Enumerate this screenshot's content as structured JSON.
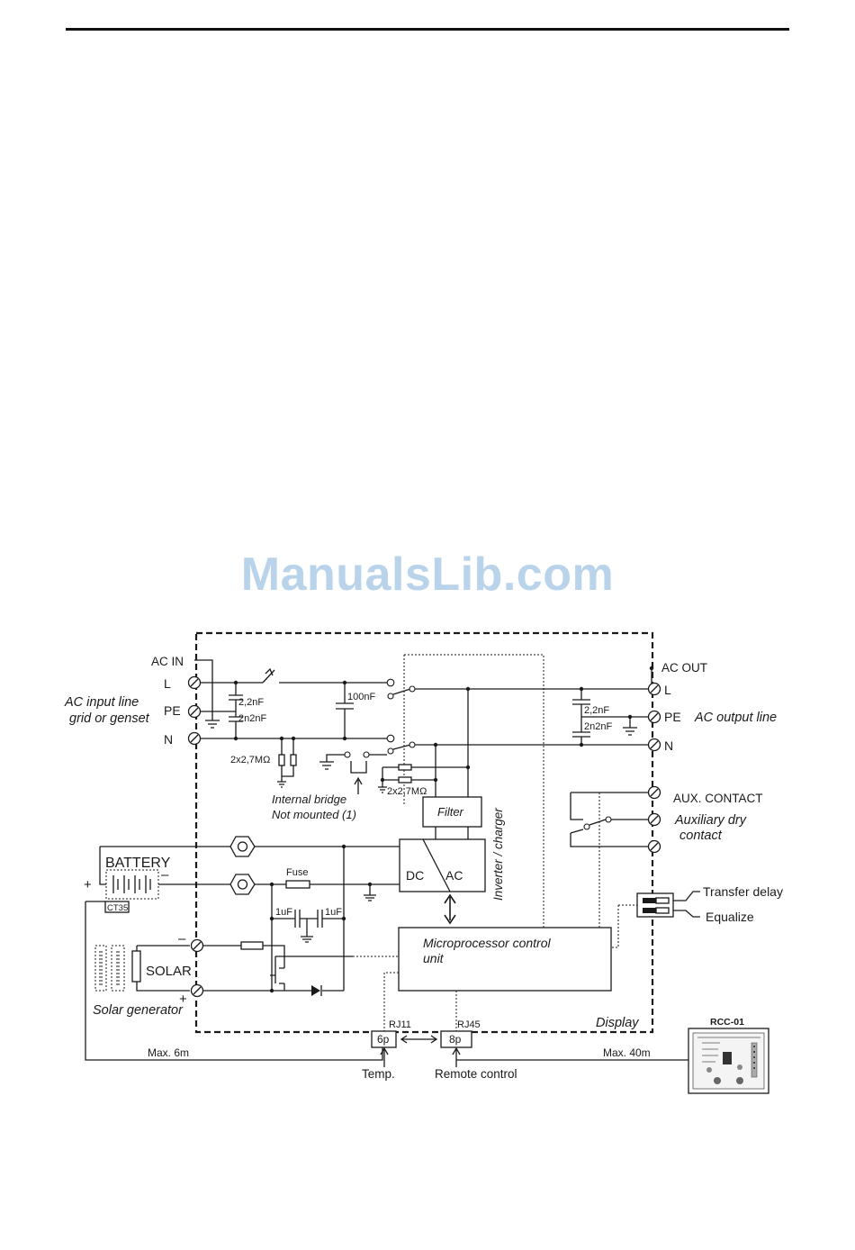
{
  "watermark": "ManualsLib.com",
  "diagram": {
    "ac_in": {
      "title": "AC IN",
      "terminals": [
        "L",
        "PE",
        "N"
      ],
      "description_line1": "AC input line",
      "description_line2": "grid or genset"
    },
    "ac_out": {
      "title": "AC OUT",
      "terminals": [
        "L",
        "PE",
        "N"
      ],
      "description": "AC output line"
    },
    "components": {
      "cap_in_1": "2,2nF",
      "cap_in_2": "2n2nF",
      "cap_100n": "100nF",
      "res_in": "2x2,7MΩ",
      "res_mid": "2x2,7MΩ",
      "cap_out_1": "2,2nF",
      "cap_out_2": "2n2nF",
      "fuse": "Fuse",
      "cap_1uf_a": "1uF",
      "cap_1uf_b": "1uF",
      "filter": "Filter",
      "dc": "DC",
      "ac": "AC"
    },
    "internal_bridge": {
      "line1": "Internal bridge",
      "line2": "Not mounted (1)"
    },
    "inverter_label": "Inverter / charger",
    "aux": {
      "title": "AUX. CONTACT",
      "line1": "Auxiliary dry",
      "line2": "contact"
    },
    "dip": {
      "transfer_delay": "Transfer delay",
      "equalize": "Equalize"
    },
    "battery": {
      "label": "BATTERY",
      "plus": "+",
      "minus": "–",
      "sensor": "CT35"
    },
    "solar": {
      "label": "SOLAR",
      "minus": "–",
      "plus": "+",
      "caption": "Solar generator"
    },
    "micro": {
      "line1": "Microprocessor control",
      "line2": "unit"
    },
    "display": "Display",
    "ports": {
      "rj11_label": "RJ11",
      "rj11_pins": "6p",
      "rj45_label": "RJ45",
      "rj45_pins": "8p"
    },
    "cables": {
      "max_left": "Max. 6m",
      "max_right": "Max. 40m",
      "temp": "Temp.",
      "remote": "Remote control"
    },
    "rcc": {
      "title": "RCC-01"
    }
  }
}
